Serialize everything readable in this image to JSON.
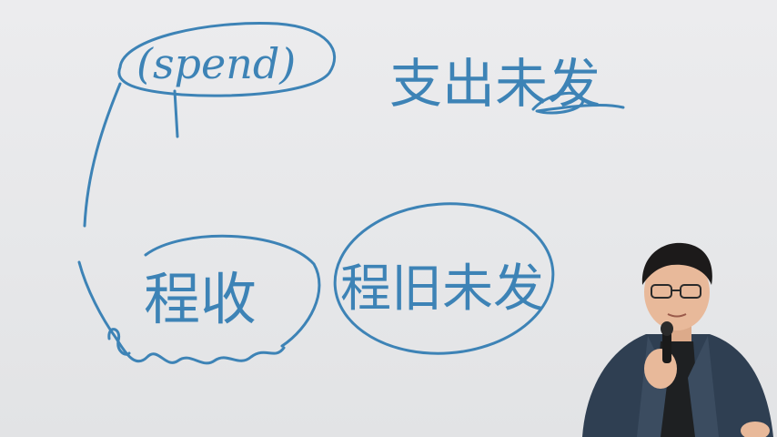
{
  "colors": {
    "ink": "#3d83b6",
    "board": "#e9eaec",
    "jacket": "#2f3f52",
    "skin": "#e8b99a",
    "hair": "#1c1a1a"
  },
  "board": {
    "top_left_word": "(spend)",
    "top_right_word": "支出未发",
    "bottom_left_word": "程收",
    "bottom_right_word": "程旧未发"
  },
  "presenter": {
    "icon": "presenter-person-icon",
    "microphone_icon": "microphone-icon"
  }
}
